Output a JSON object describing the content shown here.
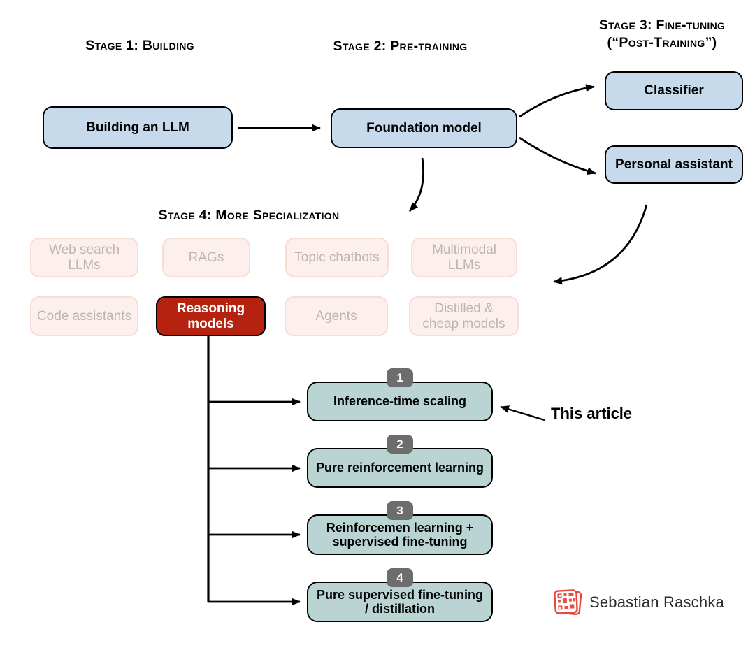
{
  "stages": {
    "stage1": "Stage 1: Building",
    "stage2": "Stage 2: Pre-training",
    "stage3_line1": "Stage 3: Fine-tuning",
    "stage3_line2": "(“Post-Training”)",
    "stage4": "Stage 4: More Specialization"
  },
  "pipeline": {
    "building": "Building an LLM",
    "foundation": "Foundation model",
    "classifier": "Classifier",
    "personal_assistant": "Personal assistant"
  },
  "specialization": [
    {
      "label": "Web search\nLLMs",
      "highlighted": false
    },
    {
      "label": "RAGs",
      "highlighted": false
    },
    {
      "label": "Topic chatbots",
      "highlighted": false
    },
    {
      "label": "Multimodal\nLLMs",
      "highlighted": false
    },
    {
      "label": "Code assistants",
      "highlighted": false
    },
    {
      "label": "Reasoning\nmodels",
      "highlighted": true
    },
    {
      "label": "Agents",
      "highlighted": false
    },
    {
      "label": "Distilled &\ncheap models",
      "highlighted": false
    }
  ],
  "approaches": [
    {
      "number": "1",
      "label": "Inference-time scaling"
    },
    {
      "number": "2",
      "label": "Pure reinforcement learning"
    },
    {
      "number": "3",
      "label": "Reinforcemen learning +\nsupervised fine-tuning"
    },
    {
      "number": "4",
      "label": "Pure supervised fine-tuning\n/ distillation"
    }
  ],
  "annotation": "This article",
  "credit": "Sebastian Raschka",
  "colors": {
    "box_blue": "#c7daec",
    "box_teal": "#b9d4d2",
    "box_faded_fill": "#fdefeb",
    "box_faded_border": "#f6ddd5",
    "box_faded_text": "#b9b6b4",
    "highlight_red": "#b52310",
    "badge_gray": "#6d6d6d",
    "arrow_black": "#000000",
    "brand_red": "#e8453c"
  }
}
